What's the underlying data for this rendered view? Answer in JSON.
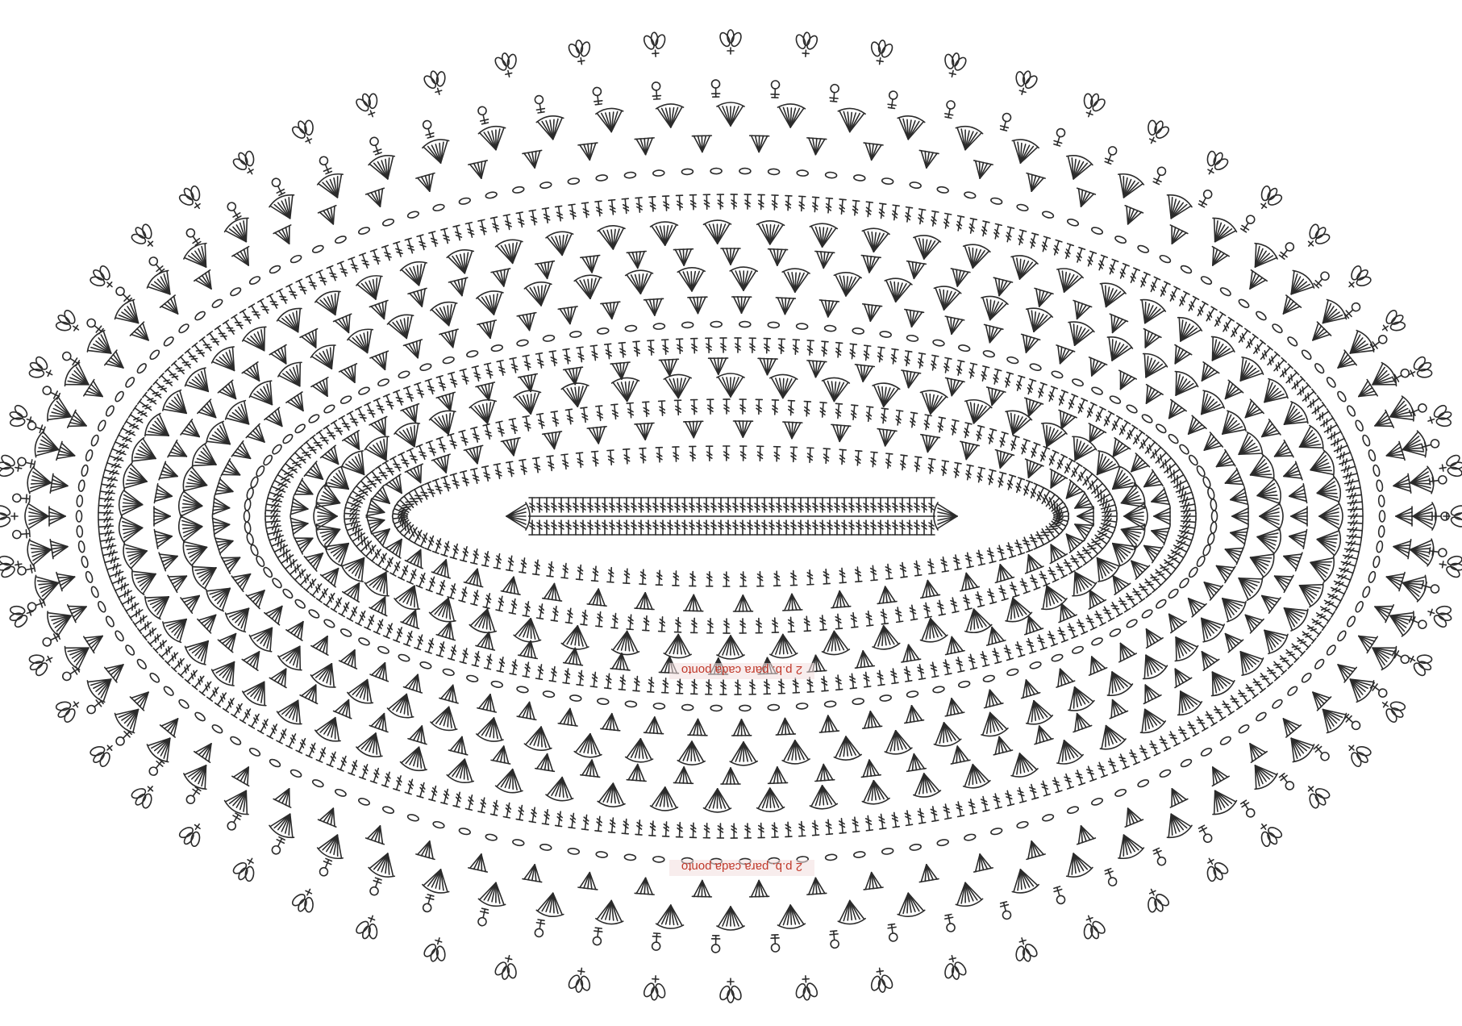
{
  "diagram": {
    "kind": "crochet-oval-doily-chart",
    "annotations": [
      {
        "id": "annotation-upper",
        "text": "2 p.b. para cada ponto"
      },
      {
        "id": "annotation-lower",
        "text": "2 p.b. para cada ponto"
      }
    ],
    "colors": {
      "ink": "#2b2b2b",
      "annotation": "#c0392b",
      "background": "#ffffff"
    }
  }
}
